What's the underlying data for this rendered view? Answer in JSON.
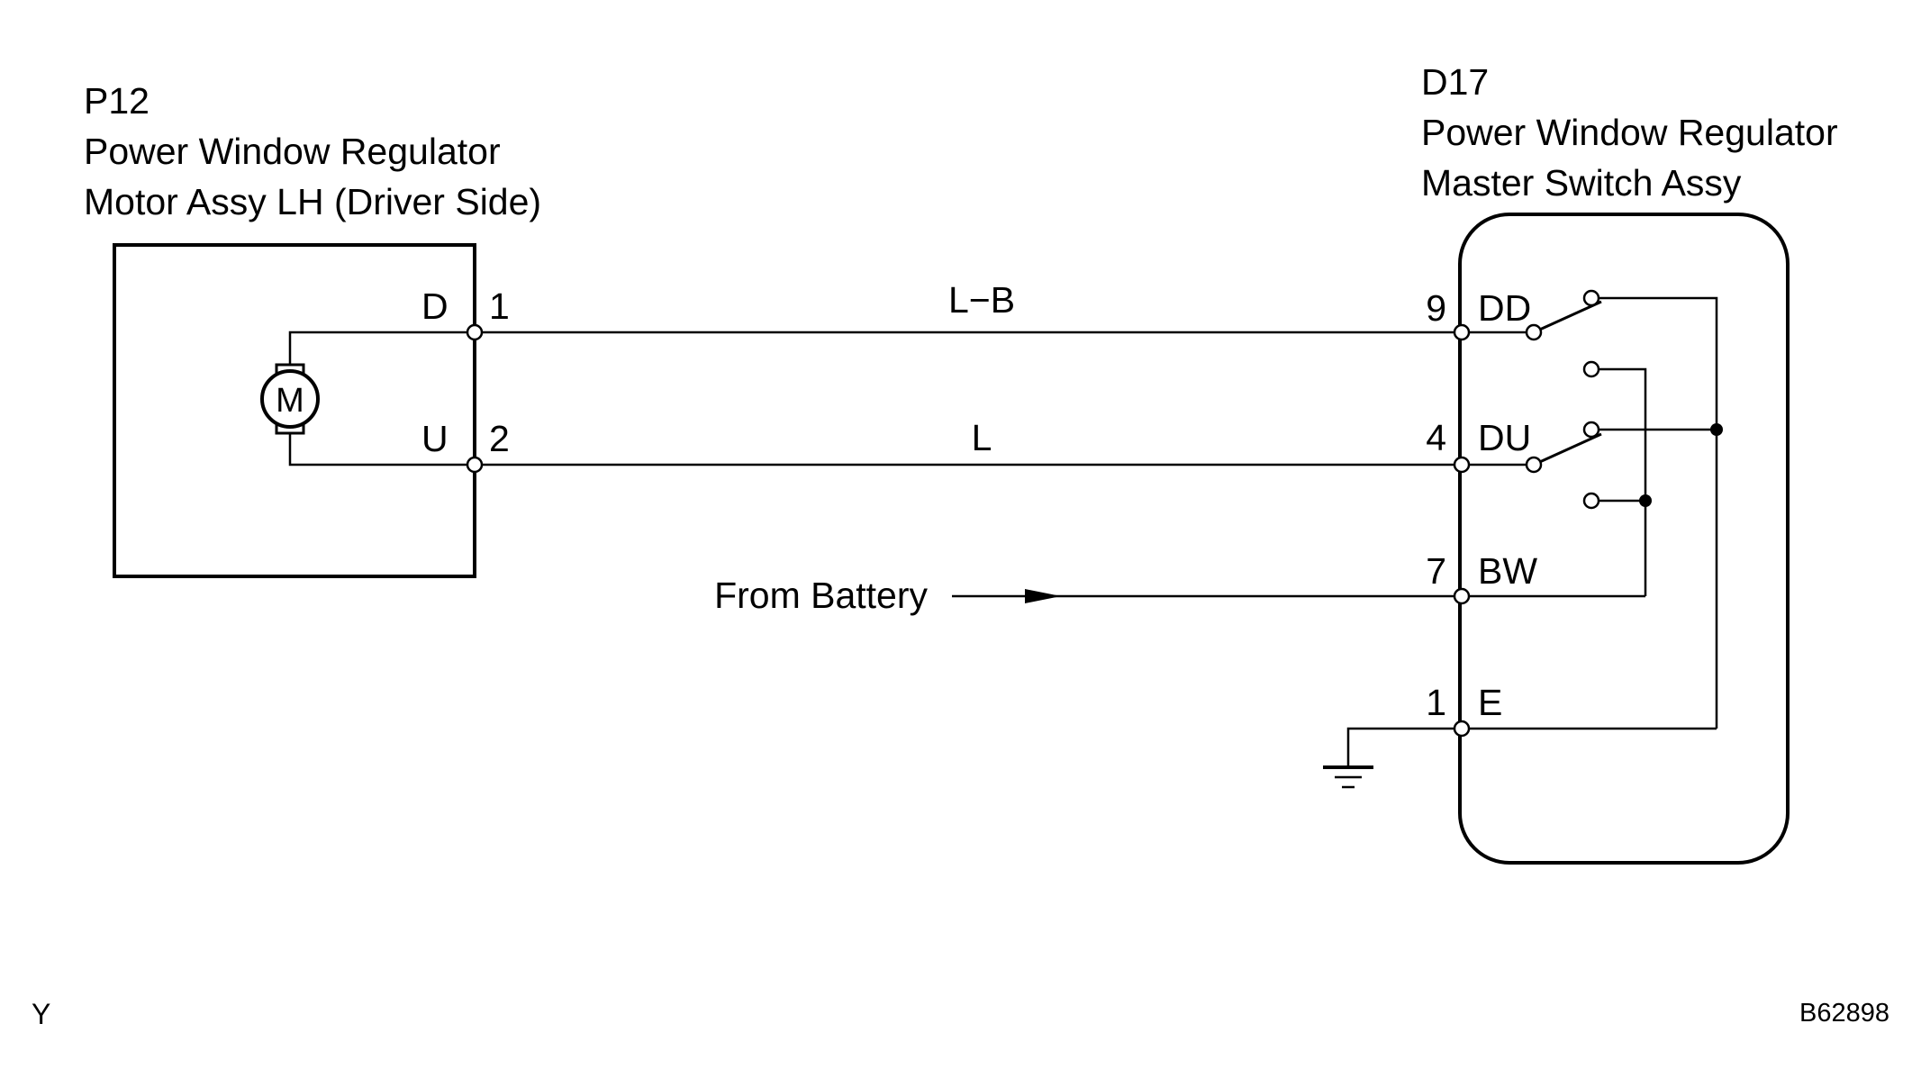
{
  "left_component": {
    "id": "P12",
    "name_line1": "Power Window Regulator",
    "name_line2": "Motor Assy LH (Driver Side)",
    "motor_symbol": "M",
    "terminals": [
      {
        "pin": "1",
        "name": "D"
      },
      {
        "pin": "2",
        "name": "U"
      }
    ]
  },
  "right_component": {
    "id": "D17",
    "name_line1": "Power Window Regulator",
    "name_line2": "Master Switch Assy",
    "terminals": [
      {
        "pin": "9",
        "name": "DD"
      },
      {
        "pin": "4",
        "name": "DU"
      },
      {
        "pin": "7",
        "name": "BW"
      },
      {
        "pin": "1",
        "name": "E"
      }
    ]
  },
  "wires": [
    {
      "color_code": "L−B"
    },
    {
      "color_code": "L"
    }
  ],
  "battery_label": "From Battery",
  "corner_left": "Y",
  "figure_code": "B62898"
}
